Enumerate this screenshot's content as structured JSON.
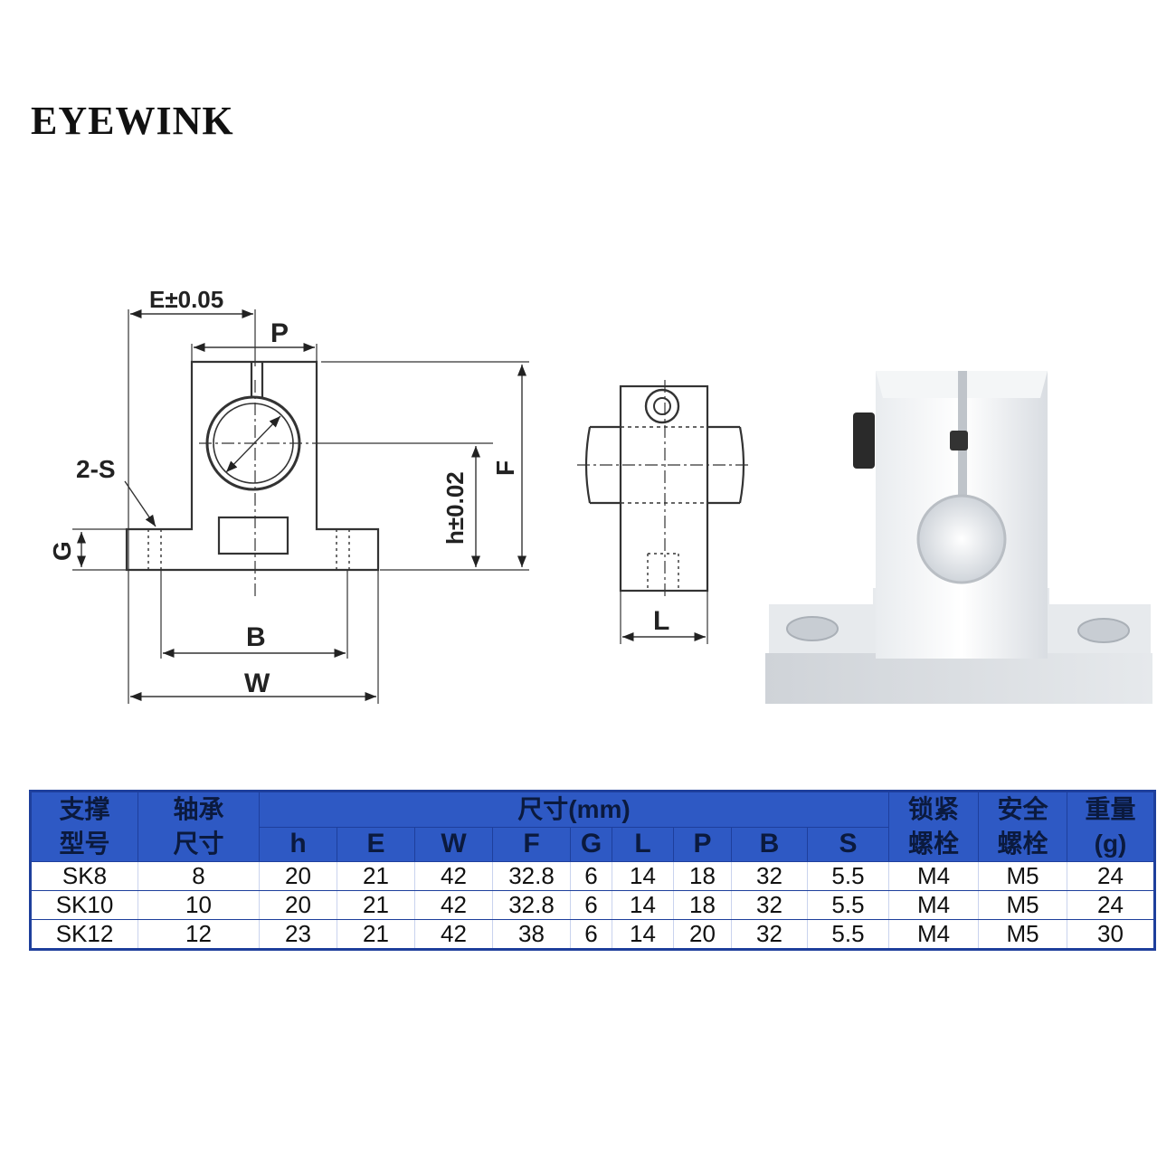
{
  "brand": "EYEWINK",
  "drawing": {
    "labels": {
      "e": "E±0.05",
      "p": "P",
      "s": "2-S",
      "g": "G",
      "h": "h±0.02",
      "f": "F",
      "b": "B",
      "w": "W",
      "l": "L"
    }
  },
  "table": {
    "header": {
      "model": [
        "支撑",
        "型号"
      ],
      "bore": [
        "轴承",
        "尺寸"
      ],
      "dims_group": "尺寸(mm)",
      "dims": [
        "h",
        "E",
        "W",
        "F",
        "G",
        "L",
        "P",
        "B",
        "S"
      ],
      "lock_bolt": [
        "锁紧",
        "螺栓"
      ],
      "safety_bolt": [
        "安全",
        "螺栓"
      ],
      "weight": [
        "重量",
        "(g)"
      ]
    },
    "rows": [
      [
        "SK8",
        "8",
        "20",
        "21",
        "42",
        "32.8",
        "6",
        "14",
        "18",
        "32",
        "5.5",
        "M4",
        "M5",
        "24"
      ],
      [
        "SK10",
        "10",
        "20",
        "21",
        "42",
        "32.8",
        "6",
        "14",
        "18",
        "32",
        "5.5",
        "M4",
        "M5",
        "24"
      ],
      [
        "SK12",
        "12",
        "23",
        "21",
        "42",
        "38",
        "6",
        "14",
        "20",
        "32",
        "5.5",
        "M4",
        "M5",
        "30"
      ]
    ]
  }
}
